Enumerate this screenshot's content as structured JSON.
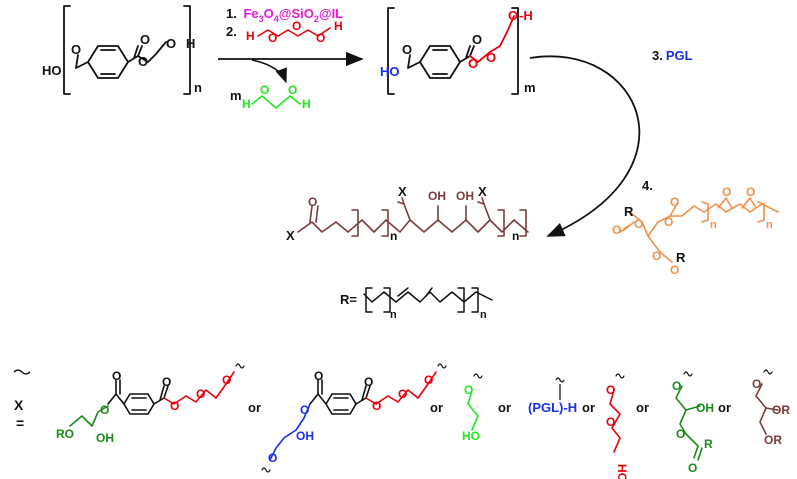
{
  "colors": {
    "black": "#111111",
    "red": "#e8000b",
    "blue": "#1a2ee8",
    "magenta": "#e81ad8",
    "green": "#22e81f",
    "darkgreen": "#1b8a1b",
    "brown": "#7a3c3c",
    "orange": "#f0914a"
  },
  "steps": {
    "s1_num": "1.",
    "s1_a": "Fe",
    "s1_b": "3",
    "s1_c": "O",
    "s1_d": "4",
    "s1_e": "@SiO",
    "s1_f": "2",
    "s1_g": "@IL",
    "s2_num": "2.",
    "s3_num": "3.",
    "s3_reagent": "PGL",
    "s4_num": "4."
  },
  "atoms": {
    "O": "O",
    "H": "H",
    "OH": "OH",
    "HO": "HO",
    "HO_v": "HO",
    "X": "X",
    "R": "R",
    "RO": "RO",
    "OR": "OR",
    "n": "n",
    "m": "m"
  },
  "legend": {
    "x_label": "X",
    "equals": "=",
    "or": "or",
    "pgl_h": "(PGL)-H",
    "r_label": "R="
  }
}
